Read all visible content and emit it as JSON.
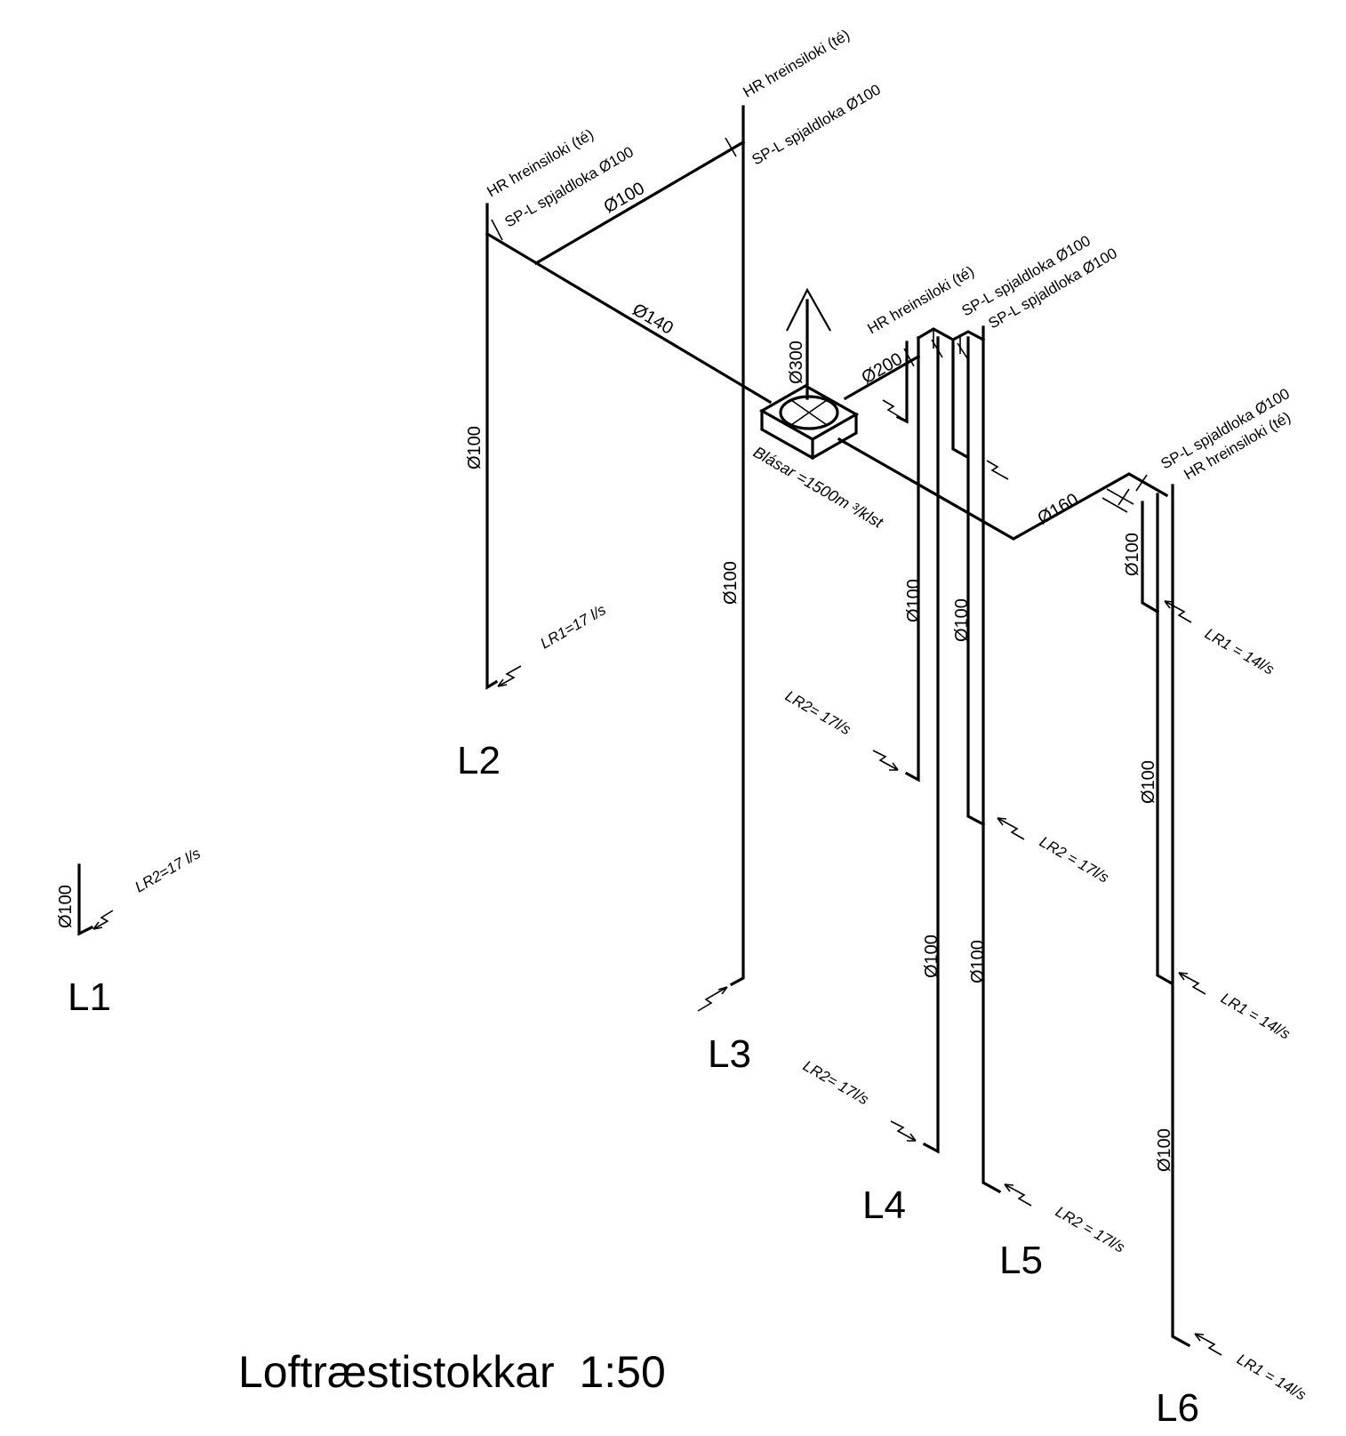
{
  "title": "Loftræstistokkar  1:50",
  "blower": {
    "label": "Blásar =1500m ³/klst",
    "outlet_diameter": "Ø300"
  },
  "risers": {
    "L1": {
      "name": "L1",
      "diameter": "Ø100",
      "flow": "LR2=17 l/s"
    },
    "L2": {
      "name": "L2",
      "diameter": "Ø100",
      "flow": "LR1=17 l/s",
      "hr": "HR hreinsiloki (té)",
      "sp": "SP-L  spjaldloka Ø100"
    },
    "L3": {
      "name": "L3",
      "diameter": "Ø100",
      "hr": "HR hreinsiloki (té)",
      "sp": "SP-L  spjaldloka Ø100"
    },
    "L4": {
      "name": "L4",
      "diameter_upper": "Ø100",
      "diameter_lower": "Ø100",
      "flow_upper": "LR2= 17l/s",
      "flow_lower": "LR2= 17l/s",
      "hr": "HR hreinsiloki (té)"
    },
    "L5": {
      "name": "L5",
      "diameter_upper": "Ø100",
      "diameter_lower": "Ø100",
      "flow_upper": "LR2 = 17l/s",
      "flow_lower": "LR2 = 17l/s",
      "sp_1": "SP-L  spjaldloka Ø100",
      "sp_2": "SP-L  spjaldloka Ø100"
    },
    "L6": {
      "name": "L6",
      "diameter_1": "Ø100",
      "diameter_2": "Ø100",
      "diameter_3": "Ø100",
      "flow_1": "LR1 = 14l/s",
      "flow_2": "LR1 = 14l/s",
      "flow_3": "LR1 = 14l/s",
      "sp": "SP-L  spjaldloka Ø100",
      "hr": "HR hreinsiloki (té)"
    }
  },
  "ducts": {
    "main_left": "Ø140",
    "branch_top": "Ø100",
    "branch_right": "Ø200",
    "main_right": "Ø160"
  }
}
